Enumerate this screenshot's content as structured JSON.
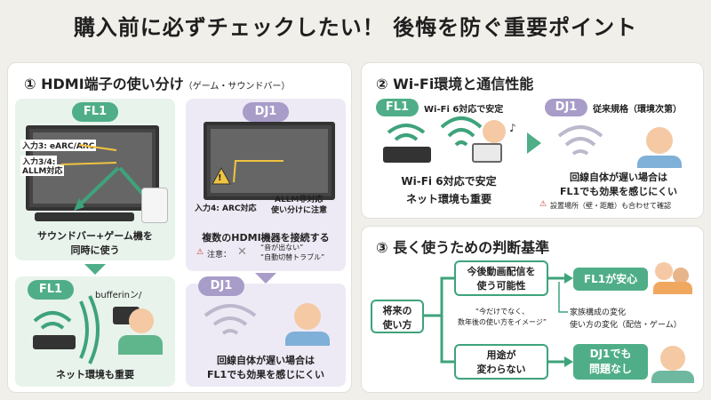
{
  "title": "購入前に必ずチェックしたい！ 後悔を防ぐ重要ポイント",
  "panel1": {
    "title": "① HDMI端子の使い分け",
    "subtitle": "（ゲーム・サウンドバー）",
    "fl1_tag": "FL1",
    "dj1_tag": "DJ1",
    "fl1_input3": "入力3: eARC/ARC",
    "fl1_input34_1": "入力3/4:",
    "fl1_input34_2": "ALLM対応",
    "fl1_caption_1": "サウンドバー+ゲーム機を",
    "fl1_caption_2": "同時に使う",
    "dj1_input4": "入力4: ARC対応",
    "dj1_allm_1": "ALLM非対応",
    "dj1_allm_2": "使い分けに注意",
    "dj1_caption": "複数のHDMI機器を接続する",
    "dj1_note_label": "注意：",
    "dj1_note_1": "“音が出ない”",
    "dj1_note_2": "“自動切替トラブル”",
    "fl1_bottom_tag": "FL1",
    "buffering": "bufferinン/",
    "fl1_bottom_caption": "ネット環境も重要",
    "dj1_bottom_tag": "DJ1",
    "dj1_bottom_caption_1": "回線自体が遅い場合は",
    "dj1_bottom_caption_2": "FL1でも効果を感じにくい"
  },
  "panel2": {
    "title": "② Wi-Fi環境と通信性能",
    "fl1_tag": "FL1",
    "fl1_label": "Wi-Fi 6対応で安定",
    "dj1_tag": "DJ1",
    "dj1_label": "従来規格（環境次第）",
    "fl1_caption_1": "Wi-Fi 6対応で安定",
    "fl1_caption_2": "ネット環境も重要",
    "dj1_caption_1": "回線自体が遅い場合は",
    "dj1_caption_2": "FL1でも効果を感じにくい",
    "dj1_note": "設置場所（壁・距離）も合わせて確認"
  },
  "panel3": {
    "title": "③ 長く使うための判断基準",
    "root_1": "将来の",
    "root_2": "使い方",
    "q1_1": "今後動画配信を",
    "q1_2": "使う可能性",
    "a1": "FL1が安心",
    "mid_1": "“今だけでなく、",
    "mid_2": "数年後の使い方をイメージ”",
    "note_1": "家族構成の変化",
    "note_2": "使い方の変化（配信・ゲーム）",
    "q2_1": "用途が",
    "q2_2": "変わらない",
    "a2_1": "DJ1でも",
    "a2_2": "問題なし"
  },
  "colors": {
    "green": "#4fae88",
    "purple": "#a89cc9",
    "panel_bg": "#ffffff",
    "page_bg": "#f1efe9"
  }
}
